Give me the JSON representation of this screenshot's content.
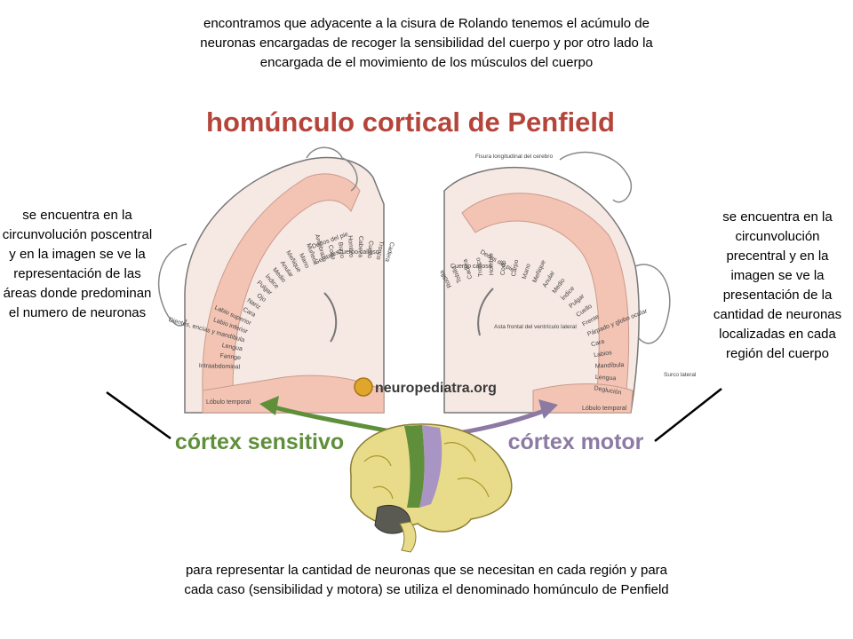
{
  "texts": {
    "top": "encontramos que adyacente a la cisura de Rolando tenemos el acúmulo de neuronas encargadas de recoger la sensibilidad del cuerpo y por otro lado la encargada de el movimiento de los músculos del cuerpo",
    "left": "se encuentra en la circunvolución poscentral y en la imagen se ve la representación de las áreas donde predominan el numero de neuronas",
    "right": "se encuentra en la circunvolución precentral y en la imagen se ve la presentación de la cantidad de neuronas localizadas en cada región del cuerpo",
    "bottom": "para representar la cantidad de neuronas que se necesitan en cada región y para cada caso (sensibilidad y motora) se utiliza el denominado homúnculo de Penfield"
  },
  "figure": {
    "title": "homúnculo cortical de Penfield",
    "logo_text": "neuropediatra.org",
    "label_sensory": "córtex sensitivo",
    "label_motor": "córtex motor",
    "colors": {
      "title": "#b5453a",
      "sensory": "#5f8f3a",
      "motor": "#8c7aa3",
      "cortex": "#f3c4b4",
      "brain": "#e8dc8a"
    },
    "left_hemisphere_labels": [
      "Cadera",
      "Tronco",
      "Cuello",
      "Cabeza",
      "Hombro",
      "Brazo",
      "Codo",
      "Antebrazo",
      "Muñeca",
      "Mano",
      "Meñique",
      "Anular",
      "Medio",
      "Índice",
      "Pulgar",
      "Ojo",
      "Nariz",
      "Cara",
      "Labio superior",
      "Labio inferior",
      "Dientes, encías y mandíbula",
      "Lengua",
      "Faringe",
      "Intraabdominal"
    ],
    "left_extra_labels": [
      "Dedos del pie",
      "Genitales",
      "Cuerpo calloso",
      "Lóbulo temporal"
    ],
    "right_hemisphere_labels": [
      "Rodilla",
      "Tobillo",
      "Cadera",
      "Tronco",
      "Hombro",
      "Codo",
      "Carpo",
      "Mano",
      "Meñique",
      "Anular",
      "Medio",
      "Índice",
      "Pulgar",
      "Cuello",
      "Frente",
      "Párpado y globo ocular",
      "Cara",
      "Labios",
      "Mandíbula",
      "Lengua",
      "Deglución"
    ],
    "right_extra_labels": [
      "Fisura longitudinal del cerebro",
      "Dedos del pie",
      "Cuerpo calloso",
      "Asta frontal del ventrículo lateral",
      "Surco lateral",
      "Lóbulo temporal"
    ]
  }
}
